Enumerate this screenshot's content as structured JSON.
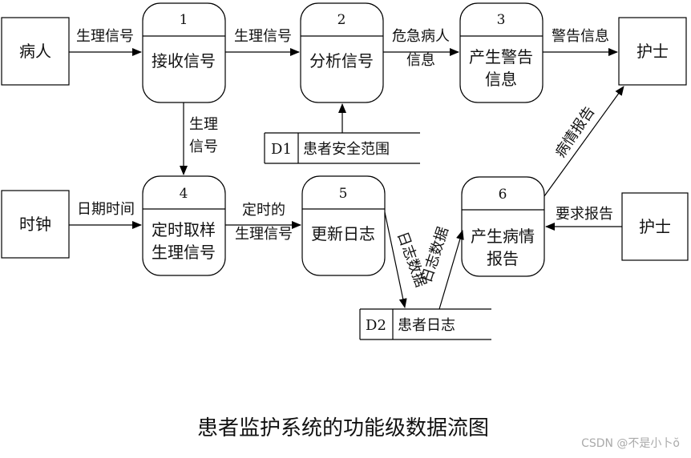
{
  "entities": {
    "patient": "病人",
    "nurse_top": "护士",
    "clock": "时钟",
    "nurse_bottom": "护士"
  },
  "processes": {
    "p1": {
      "num": "1",
      "lines": [
        "接收信号"
      ]
    },
    "p2": {
      "num": "2",
      "lines": [
        "分析信号"
      ]
    },
    "p3": {
      "num": "3",
      "lines": [
        "产生警告",
        "信息"
      ]
    },
    "p4": {
      "num": "4",
      "lines": [
        "定时取样",
        "生理信号"
      ]
    },
    "p5": {
      "num": "5",
      "lines": [
        "更新日志"
      ]
    },
    "p6": {
      "num": "6",
      "lines": [
        "产生病情",
        "报告"
      ]
    }
  },
  "stores": {
    "d1": {
      "id": "D1",
      "name": "患者安全范围"
    },
    "d2": {
      "id": "D2",
      "name": "患者日志"
    }
  },
  "flows": {
    "f_patient_p1": "生理信号",
    "f_p1_p2": "生理信号",
    "f_p2_p3": [
      "危急病人",
      "信息"
    ],
    "f_p3_nurse": "警告信息",
    "f_p1_p4": [
      "生理",
      "信号"
    ],
    "f_clock_p4": "日期时间",
    "f_p4_p5": [
      "定时的",
      "生理信号"
    ],
    "f_p5_d2": "日志数据",
    "f_d2_p6": "日志数据",
    "f_p6_nurse": "病情报告",
    "f_nurse_p6": "要求报告"
  },
  "caption": "患者监护系统的功能级数据流图",
  "watermark": "CSDN @不是小卜ŏ"
}
